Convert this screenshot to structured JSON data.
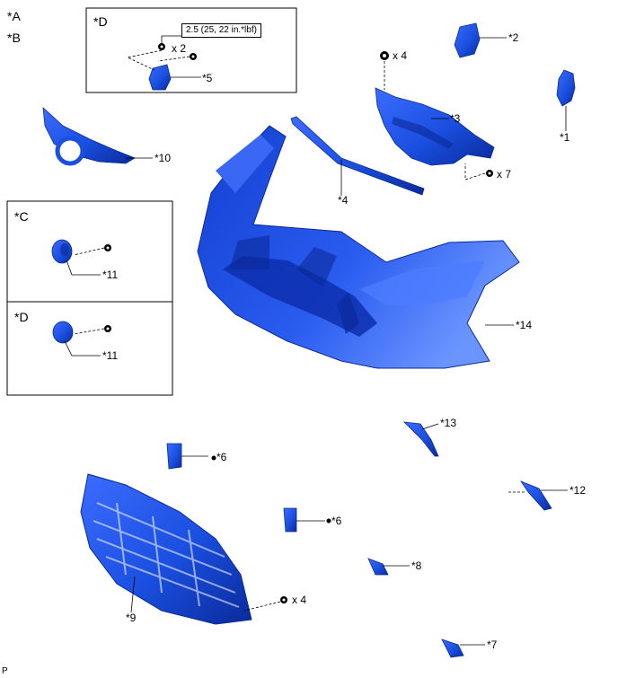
{
  "variants": {
    "a": "*A",
    "b": "*B",
    "c": "*C",
    "d": "*D",
    "d_lower": "*D"
  },
  "torque": "2.5 (25, 22 in.*lbf)",
  "quantities": {
    "q_d_clip": "x 2",
    "q_top_clip": "x 4",
    "q_bolt": "x 7",
    "q_grille_clip": "x 4"
  },
  "parts": {
    "p1": "*1",
    "p2": "*2",
    "p3": "*3",
    "p4": "*4",
    "p5": "*5",
    "p6a": "*6",
    "p6b": "*6",
    "p7": "*7",
    "p8": "*8",
    "p9": "*9",
    "p10": "*10",
    "p11a": "*11",
    "p11b": "*11",
    "p12": "*12",
    "p13": "*13",
    "p14": "*14"
  },
  "footer": "P",
  "colors": {
    "part": "#1a4fe0",
    "part_dark": "#0a2a9a",
    "part_light": "#5a86ff",
    "line": "#000000"
  }
}
